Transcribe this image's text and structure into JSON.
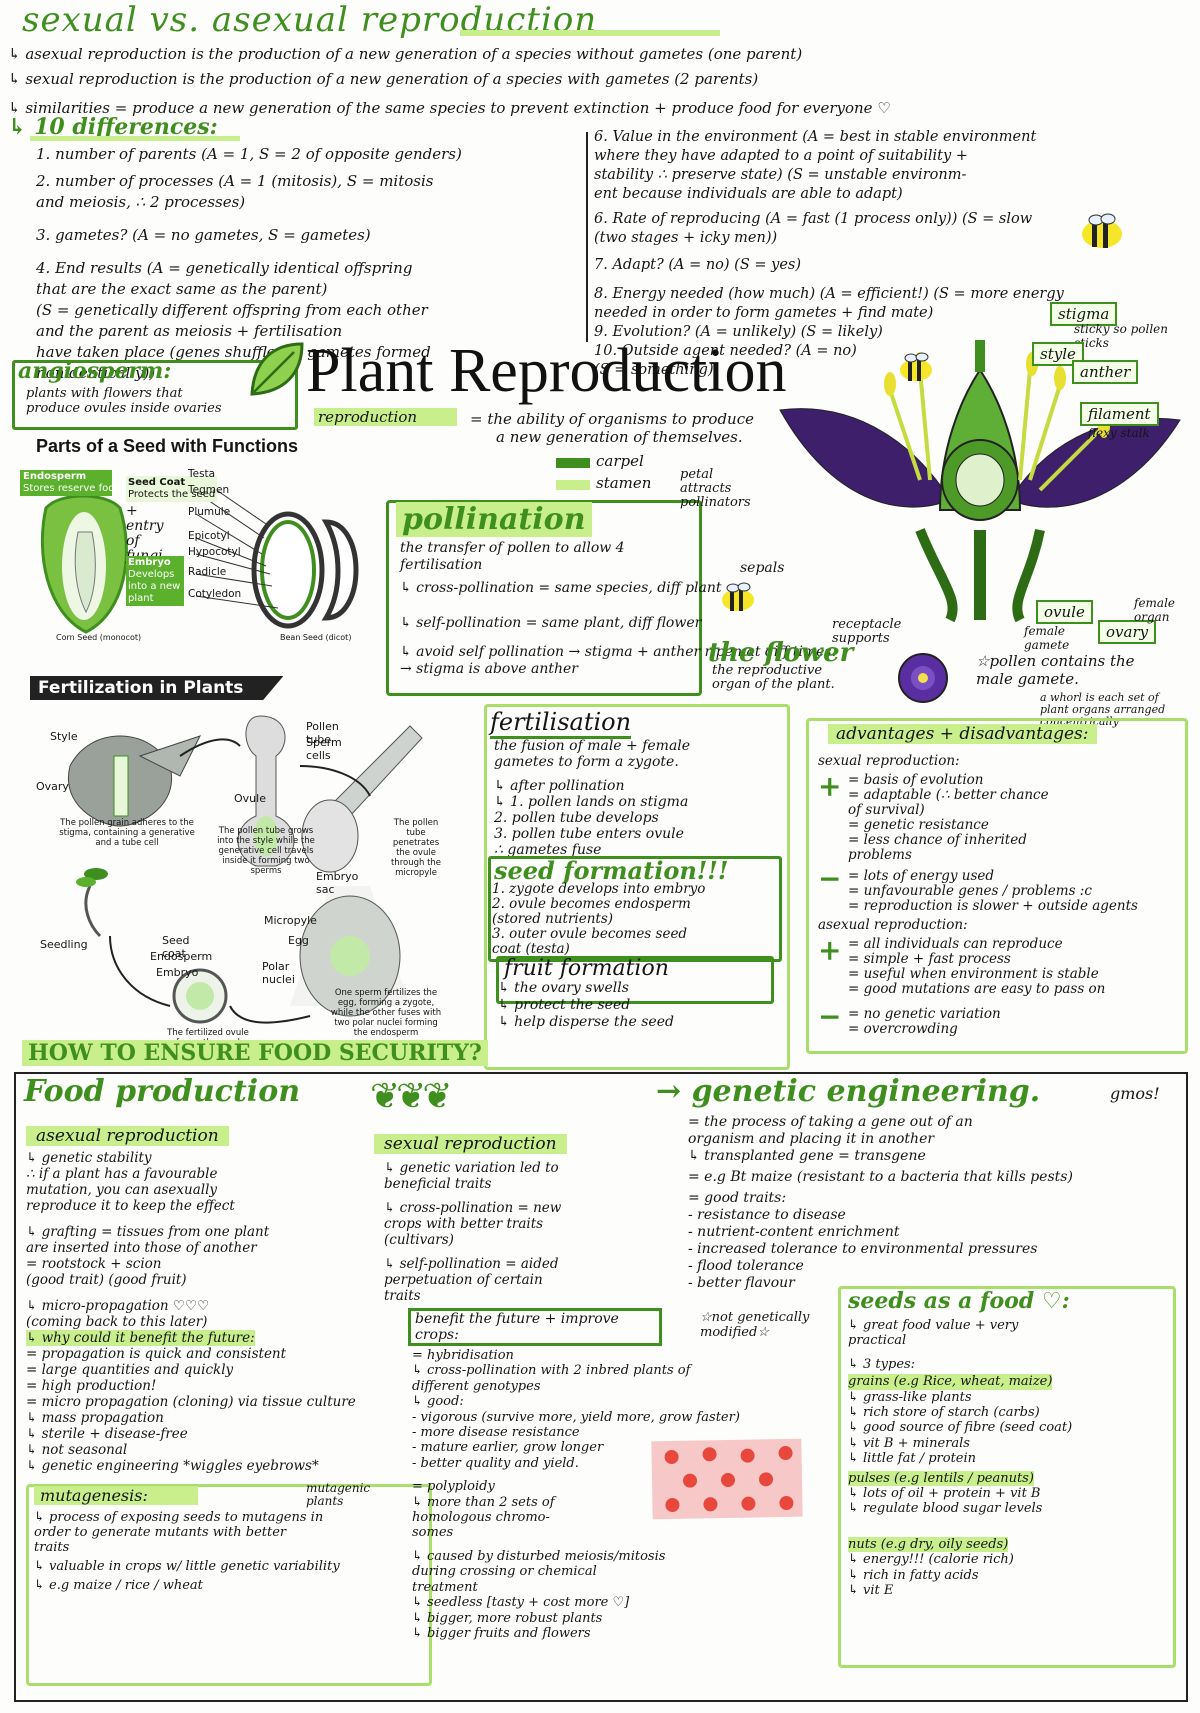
{
  "header": {
    "title": "sexual vs. asexual reproduction",
    "lines": [
      "↳ asexual reproduction is the production of a new generation of a species without gametes (one parent)",
      "↳ sexual reproduction is the production of a new generation of a species with gametes (2 parents)",
      "↳ similarities = produce a new generation of the same species to prevent extinction + produce food for everyone ♡"
    ],
    "diff_title": "↳ 10 differences:"
  },
  "differences_left": [
    "1. number of parents (A = 1, S = 2 of opposite genders)",
    "2. number of processes (A = 1 (mitosis), S = mitosis",
    "    and meiosis, ∴ 2 processes)",
    "3. gametes? (A = no gametes, S = gametes)",
    "4. End results (A = genetically identical offspring",
    "    that are the exact same as the parent)",
    "    (S = genetically different offspring from each other",
    "    and the parent as meiosis + fertilisation",
    "    have taken place (genes shuffled + gametes formed",
    "    nonidentically))"
  ],
  "differences_right": [
    "6. Value in the environment (A = best in stable environment",
    "    where they have adapted to a point of suitability +",
    "    stability ∴ preserve state) (S = unstable environm-",
    "    ent because individuals are able to adapt)",
    "6. Rate of reproducing (A = fast (1 process only)) (S = slow",
    "    (two stages + icky men))",
    "7. Adapt? (A = no) (S = yes)",
    "8. Energy needed (how much) (A = efficient!) (S = more energy",
    "    needed in order to form gametes + find mate)",
    "9. Evolution? (A = unlikely) (S = likely)",
    "10. Outside agent needed? (A = no)",
    "      (S = something)"
  ],
  "angiosperm": {
    "title": "angiosperm:",
    "text": [
      "plants with flowers that",
      "produce ovules inside ovaries"
    ]
  },
  "main_title": "Plant Reproduction",
  "reproduction_def": {
    "term": "reproduction",
    "text": [
      "= the ability of organisms to produce",
      "a new generation of themselves."
    ]
  },
  "legend": {
    "carpel": "carpel",
    "stamen": "stamen"
  },
  "seed": {
    "title": "Parts of a Seed with Functions",
    "endosperm": "Endosperm",
    "endosperm_fn": "Stores reserve food",
    "seed_coat": "Seed Coat",
    "seed_coat_fn": "Protects the seed",
    "note": "+ entry of fungi",
    "embryo": "Embryo",
    "embryo_fn": "Develops into a new plant",
    "labels": [
      "Testa",
      "Tegmen",
      "Plumule",
      "Epicotyl",
      "Hypocotyl",
      "Radicle",
      "Cotyledon"
    ],
    "corn": "Corn Seed (monocot)",
    "bean": "Bean Seed (dicot)"
  },
  "pollination": {
    "title": "pollination",
    "lines": [
      "the transfer of pollen to allow 4",
      "fertilisation",
      "↳ cross-pollination = same species, diff plant",
      "↳ self-pollination = same plant, diff flower",
      "↳ avoid self pollination → stigma + anther ripen at diff times.",
      "  → stigma is above anther"
    ]
  },
  "flower": {
    "title": "the flower",
    "subtitle": "the reproductive organ of the plant.",
    "petal": "petal attracts pollinators",
    "sepals": "sepals",
    "receptacle": "receptacle supports",
    "stigma": "stigma",
    "stigma_note": "sticky so pollen sticks",
    "style": "style",
    "anther": "anther",
    "filament": "filament",
    "filament_note": "flexy stalk",
    "ovule": "ovule",
    "ovule_note": "female gamete",
    "ovary": "ovary",
    "ovary_note": "female organ",
    "pollen_note": "☆pollen contains the male gamete.",
    "whorl_note": "a whorl is each set of plant organs arranged concentrically"
  },
  "fertilization_diagram": {
    "title": "Fertilization in Plants",
    "labels": [
      "Style",
      "Ovary",
      "Ovule",
      "Pollen tube",
      "Sperm cells",
      "Embryo sac",
      "Micropyle",
      "Egg",
      "Polar nuclei",
      "Seedling",
      "Seed coat",
      "Endosperm",
      "Embryo"
    ],
    "cap1": "The pollen grain adheres to the stigma, containing a generative and a tube cell",
    "cap2": "The pollen tube grows into the style while the generative cell travels inside it forming two sperms",
    "cap3": "The pollen tube penetrates the ovule through the micropyle",
    "cap4": "One sperm fertilizes the egg, forming a zygote, while the other fuses with two polar nuclei forming the endosperm",
    "cap5": "The fertilized ovule forms the seed"
  },
  "fertilisation": {
    "title": "fertilisation",
    "lines": [
      "the fusion of male + female",
      "gametes to form a zygote.",
      "↳ after pollination",
      "↳ 1. pollen lands on stigma",
      "   2. pollen tube develops",
      "   3. pollen tube enters ovule",
      "      ∴ gametes fuse"
    ]
  },
  "seed_formation": {
    "title": "seed formation!!!",
    "lines": [
      "1. zygote develops into embryo",
      "2. ovule becomes endosperm",
      "   (stored nutrients)",
      "3. outer ovule becomes seed",
      "   coat (testa)"
    ]
  },
  "fruit_formation": {
    "title": "fruit formation",
    "lines": [
      "↳ the ovary swells",
      "↳ protect the seed",
      "↳ help disperse the seed"
    ]
  },
  "advantages": {
    "title": "advantages + disadvantages:",
    "sexual": "sexual reproduction:",
    "sexual_plus": [
      "= basis of evolution",
      "= adaptable (∴ better chance",
      "   of survival)",
      "= genetic resistance",
      "= less chance of inherited",
      "   problems"
    ],
    "sexual_minus": [
      "= lots of energy used",
      "= unfavourable genes / problems :c",
      "= reproduction is slower + outside agents"
    ],
    "asexual": "asexual reproduction:",
    "asexual_plus": [
      "= all individuals can reproduce",
      "= simple + fast process",
      "= useful when environment is stable",
      "= good mutations are easy to pass on"
    ],
    "asexual_minus": [
      "= no genetic variation",
      "= overcrowding"
    ],
    "plus": "+",
    "minus": "−"
  },
  "food_security": "HOW TO ENSURE FOOD SECURITY?",
  "food_production": "Food production",
  "asexual_food": {
    "title": "asexual reproduction",
    "lines": [
      "↳ genetic stability",
      "   ∴ if a plant has a favourable",
      "   mutation, you can asexually",
      "   reproduce it to keep the effect",
      "",
      "↳ grafting = tissues from one plant",
      "   are inserted into those of another",
      "   = rootstock + scion",
      "     (good trait)  (good fruit)",
      "",
      "↳ micro-propagation ♡♡♡",
      "   (coming back to this later)",
      "↳ why could it benefit the future:",
      "   = propagation is quick and consistent",
      "   = large quantities and quickly",
      "   = high production!",
      "   = micro propagation (cloning) via tissue culture",
      "     ↳ mass propagation",
      "     ↳ sterile + disease-free",
      "     ↳ not seasonal",
      "     ↳ genetic engineering *wiggles eyebrows*"
    ]
  },
  "mutagenesis": {
    "title": "mutagenesis:",
    "side": "mutagenic plants",
    "lines": [
      "↳ process of exposing seeds to mutagens in",
      "   order to generate mutants with better",
      "   traits",
      "↳ valuable in crops w/ little genetic variability",
      "↳ e.g maize / rice / wheat"
    ]
  },
  "sexual_food": {
    "title": "sexual reproduction",
    "lines": [
      "↳ genetic variation led to",
      "   beneficial traits",
      "",
      "↳ cross-pollination = new",
      "   crops with better traits",
      "   (cultivars)",
      "",
      "↳ self-pollination = aided",
      "   perpetuation of certain",
      "   traits"
    ],
    "benefit": "benefit the future + improve crops:",
    "benefit_lines": [
      "= hybridisation",
      "   ↳ cross-pollination with 2 inbred plants of",
      "      different genotypes",
      "   ↳ good:",
      "      - vigorous (survive more, yield more, grow faster)",
      "      - more disease resistance",
      "      - mature earlier, grow longer",
      "      - better quality and yield.",
      "",
      "= polyploidy",
      "   ↳ more than 2 sets of",
      "      homologous chromo-",
      "      somes",
      "",
      "   ↳ caused by disturbed meiosis/mitosis",
      "      during crossing or chemical",
      "      treatment",
      "   ↳ seedless [tasty + cost more ♡]",
      "   ↳ bigger, more robust plants",
      "   ↳ bigger fruits and flowers"
    ],
    "not_gm": "☆not genetically modified☆"
  },
  "genetic": {
    "title": "→ genetic engineering.",
    "gmos": "gmos!",
    "lines": [
      "= the process of taking a gene out of an",
      "   organism and placing it in another",
      "   ↳ transplanted gene = transgene",
      "= e.g  Bt maize (resistant to a bacteria that kills pests)",
      "= good traits:",
      "   - resistance to disease",
      "   - nutrient-content enrichment",
      "   - increased tolerance to environmental pressures",
      "   - flood tolerance",
      "   - better flavour"
    ]
  },
  "seeds_food": {
    "title": "seeds as a food ♡:",
    "lines": [
      "↳ great food value + very",
      "   practical",
      "↳ 3 types:"
    ],
    "grains": "grains (e.g Rice, wheat, maize)",
    "grains_lines": [
      "↳ grass-like plants",
      "↳ rich store of starch (carbs)",
      "↳ good source of fibre (seed coat)",
      "↳ vit B + minerals",
      "↳ little fat / protein"
    ],
    "pulses": "pulses (e.g lentils / peanuts)",
    "pulses_lines": [
      "↳ lots of oil + protein + vit B",
      "↳ regulate blood sugar levels"
    ],
    "nuts": "nuts (e.g dry, oily seeds)",
    "nuts_lines": [
      "↳ energy!!! (calorie rich)",
      "↳ rich in fatty acids",
      "↳ vit E"
    ]
  },
  "colors": {
    "accent": "#3f8f1e",
    "highlight": "#c9ef8c",
    "purple": "#4a2a7a"
  }
}
